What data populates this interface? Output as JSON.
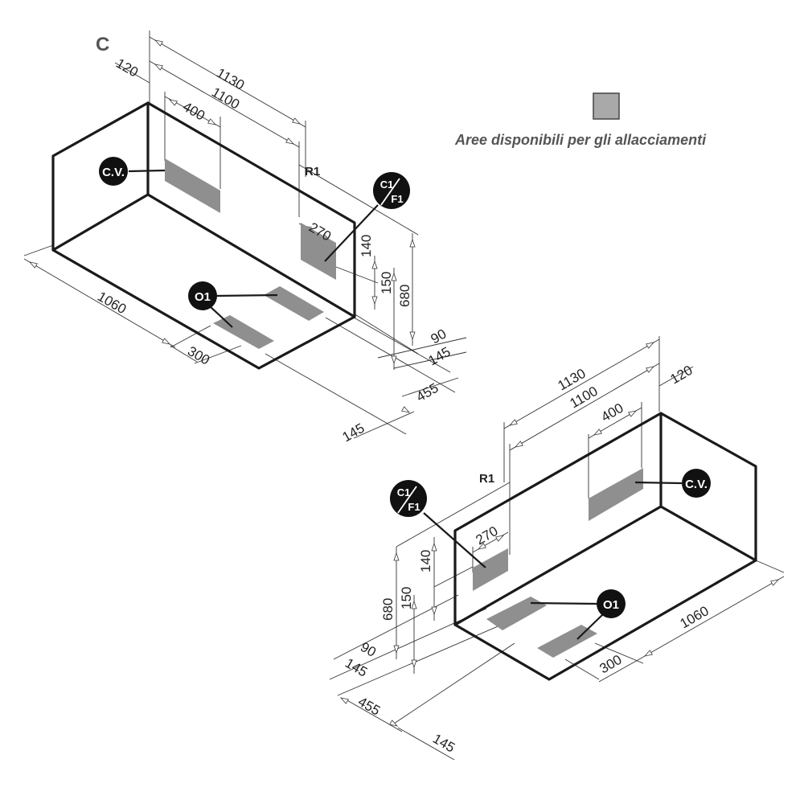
{
  "figure_label": "C",
  "legend": {
    "text": "Aree disponibili per gli allacciamenti",
    "swatch_color": "#a9a9a9"
  },
  "colors": {
    "area_fill": "#8f8f8f",
    "outline": "#1a1a1a",
    "dim_line": "#333333"
  },
  "labels": {
    "r1": "R1",
    "cv": "C.V.",
    "c1": "C1",
    "f1": "F1",
    "o1": "O1"
  },
  "dimensions": {
    "d1130": "1130",
    "d1100": "1100",
    "d400": "400",
    "d120": "120",
    "d270": "270",
    "d140": "140",
    "d150": "150",
    "d680": "680",
    "d90": "90",
    "d145": "145",
    "d455": "455",
    "d1060": "1060",
    "d300": "300"
  }
}
